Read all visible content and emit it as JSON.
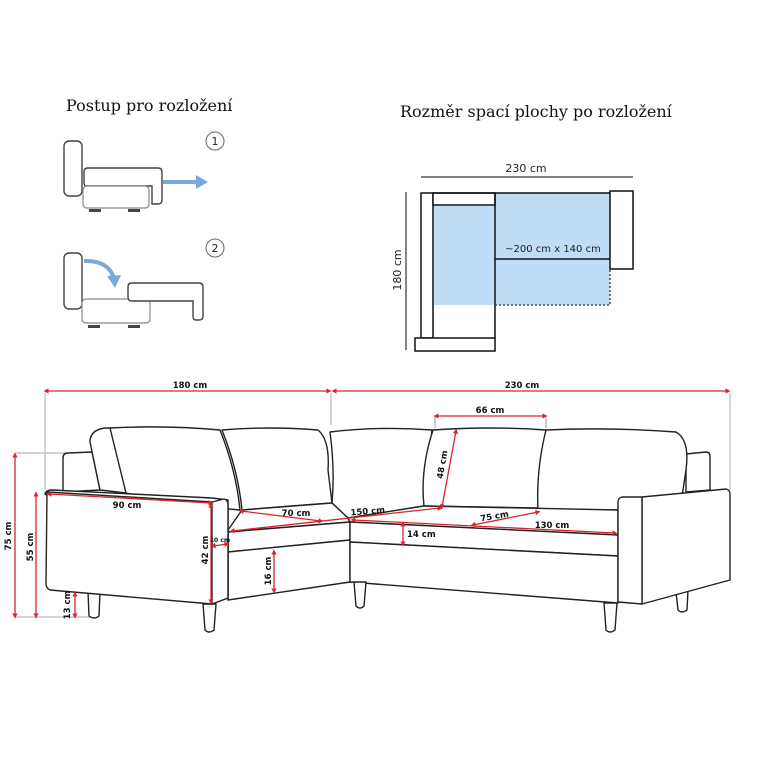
{
  "titles": {
    "procedure": "Postup pro rozložení",
    "sleeping_area": "Rozměr spací plochy po rozložení"
  },
  "steps": [
    "1",
    "2"
  ],
  "plan": {
    "width_label": "230 cm",
    "depth_label": "180 cm",
    "bed_size_label": "~200 cm x 140 cm",
    "bed_color": "#bfdcf7",
    "arrow_color": "#7ba7db"
  },
  "dimensions": {
    "left_width": "180 cm",
    "right_width": "230 cm",
    "cushion_width": "66 cm",
    "total_height": "75 cm",
    "arm_height": "55 cm",
    "leg_height": "13 cm",
    "arm_length": "90 cm",
    "arm_front_height": "42 cm",
    "arm_thickness": "10 cm",
    "base_height": "16 cm",
    "seat_depth_left": "70 cm",
    "chaise_length": "150 cm",
    "back_cushion_height": "48 cm",
    "seat_depth_right": "75 cm",
    "seat_width_right": "130 cm",
    "seat_cushion_height": "14 cm",
    "line_color": "#d9262b"
  }
}
